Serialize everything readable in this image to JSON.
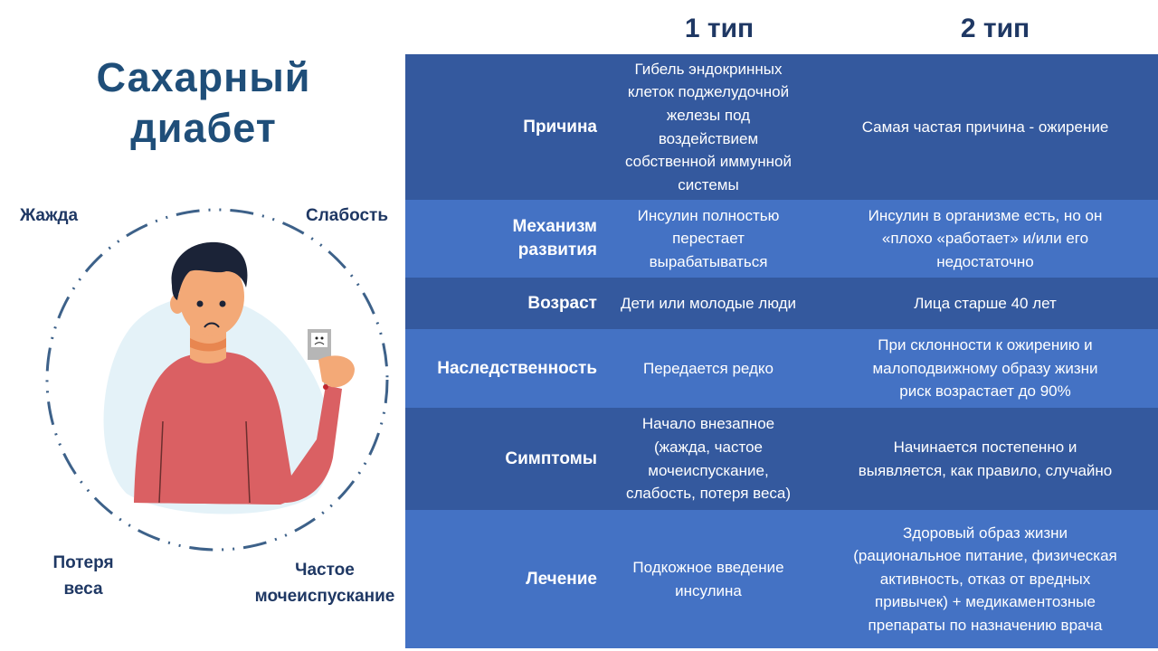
{
  "title": {
    "line1": "Сахарный",
    "line2": "диабет"
  },
  "symptoms": {
    "thirst": "Жажда",
    "weakness": "Слабость",
    "weight_loss_line1": "Потеря",
    "weight_loss_line2": "веса",
    "urination_line1": "Частое",
    "urination_line2": "мочеиспускание"
  },
  "columns": {
    "type1": "1 тип",
    "type2": "2 тип"
  },
  "colors": {
    "title": "#1F4E79",
    "row_dark": "#34599E",
    "row_light": "#4472C4",
    "header_text": "#1F3864"
  },
  "rows": [
    {
      "label": [
        "Причина"
      ],
      "type1": [
        "Гибель эндокринных",
        "клеток поджелудочной",
        "железы под",
        "воздействием",
        "собственной иммунной",
        "системы"
      ],
      "type2": [
        "Самая частая причина - ожирение"
      ]
    },
    {
      "label": [
        "Механизм",
        "развития"
      ],
      "type1": [
        "Инсулин полностью",
        "перестает",
        "вырабатываться"
      ],
      "type2": [
        "Инсулин в организме есть, но он",
        "«плохо «работает» и/или его",
        "недостаточно"
      ]
    },
    {
      "label": [
        "Возраст"
      ],
      "type1": [
        "Дети или молодые люди"
      ],
      "type2": [
        "Лица старше 40 лет"
      ]
    },
    {
      "label": [
        "Наследственность"
      ],
      "type1": [
        "Передается редко"
      ],
      "type2": [
        "При склонности к ожирению и",
        "малоподвижному образу жизни",
        "риск возрастает до 90%"
      ]
    },
    {
      "label": [
        "Симптомы"
      ],
      "type1": [
        "Начало внезапное",
        "(жажда, частое",
        "мочеиспускание,",
        "слабость, потеря веса)"
      ],
      "type2": [
        "Начинается постепенно и",
        "выявляется, как правило, случайно"
      ]
    },
    {
      "label": [
        "Лечение"
      ],
      "type1": [
        "Подкожное введение",
        "инсулина"
      ],
      "type2": [
        "Здоровый образ жизни",
        "(рациональное питание, физическая",
        "активность, отказ от вредных",
        "привычек)  + медикаментозные",
        "препараты по назначению врача"
      ]
    }
  ]
}
